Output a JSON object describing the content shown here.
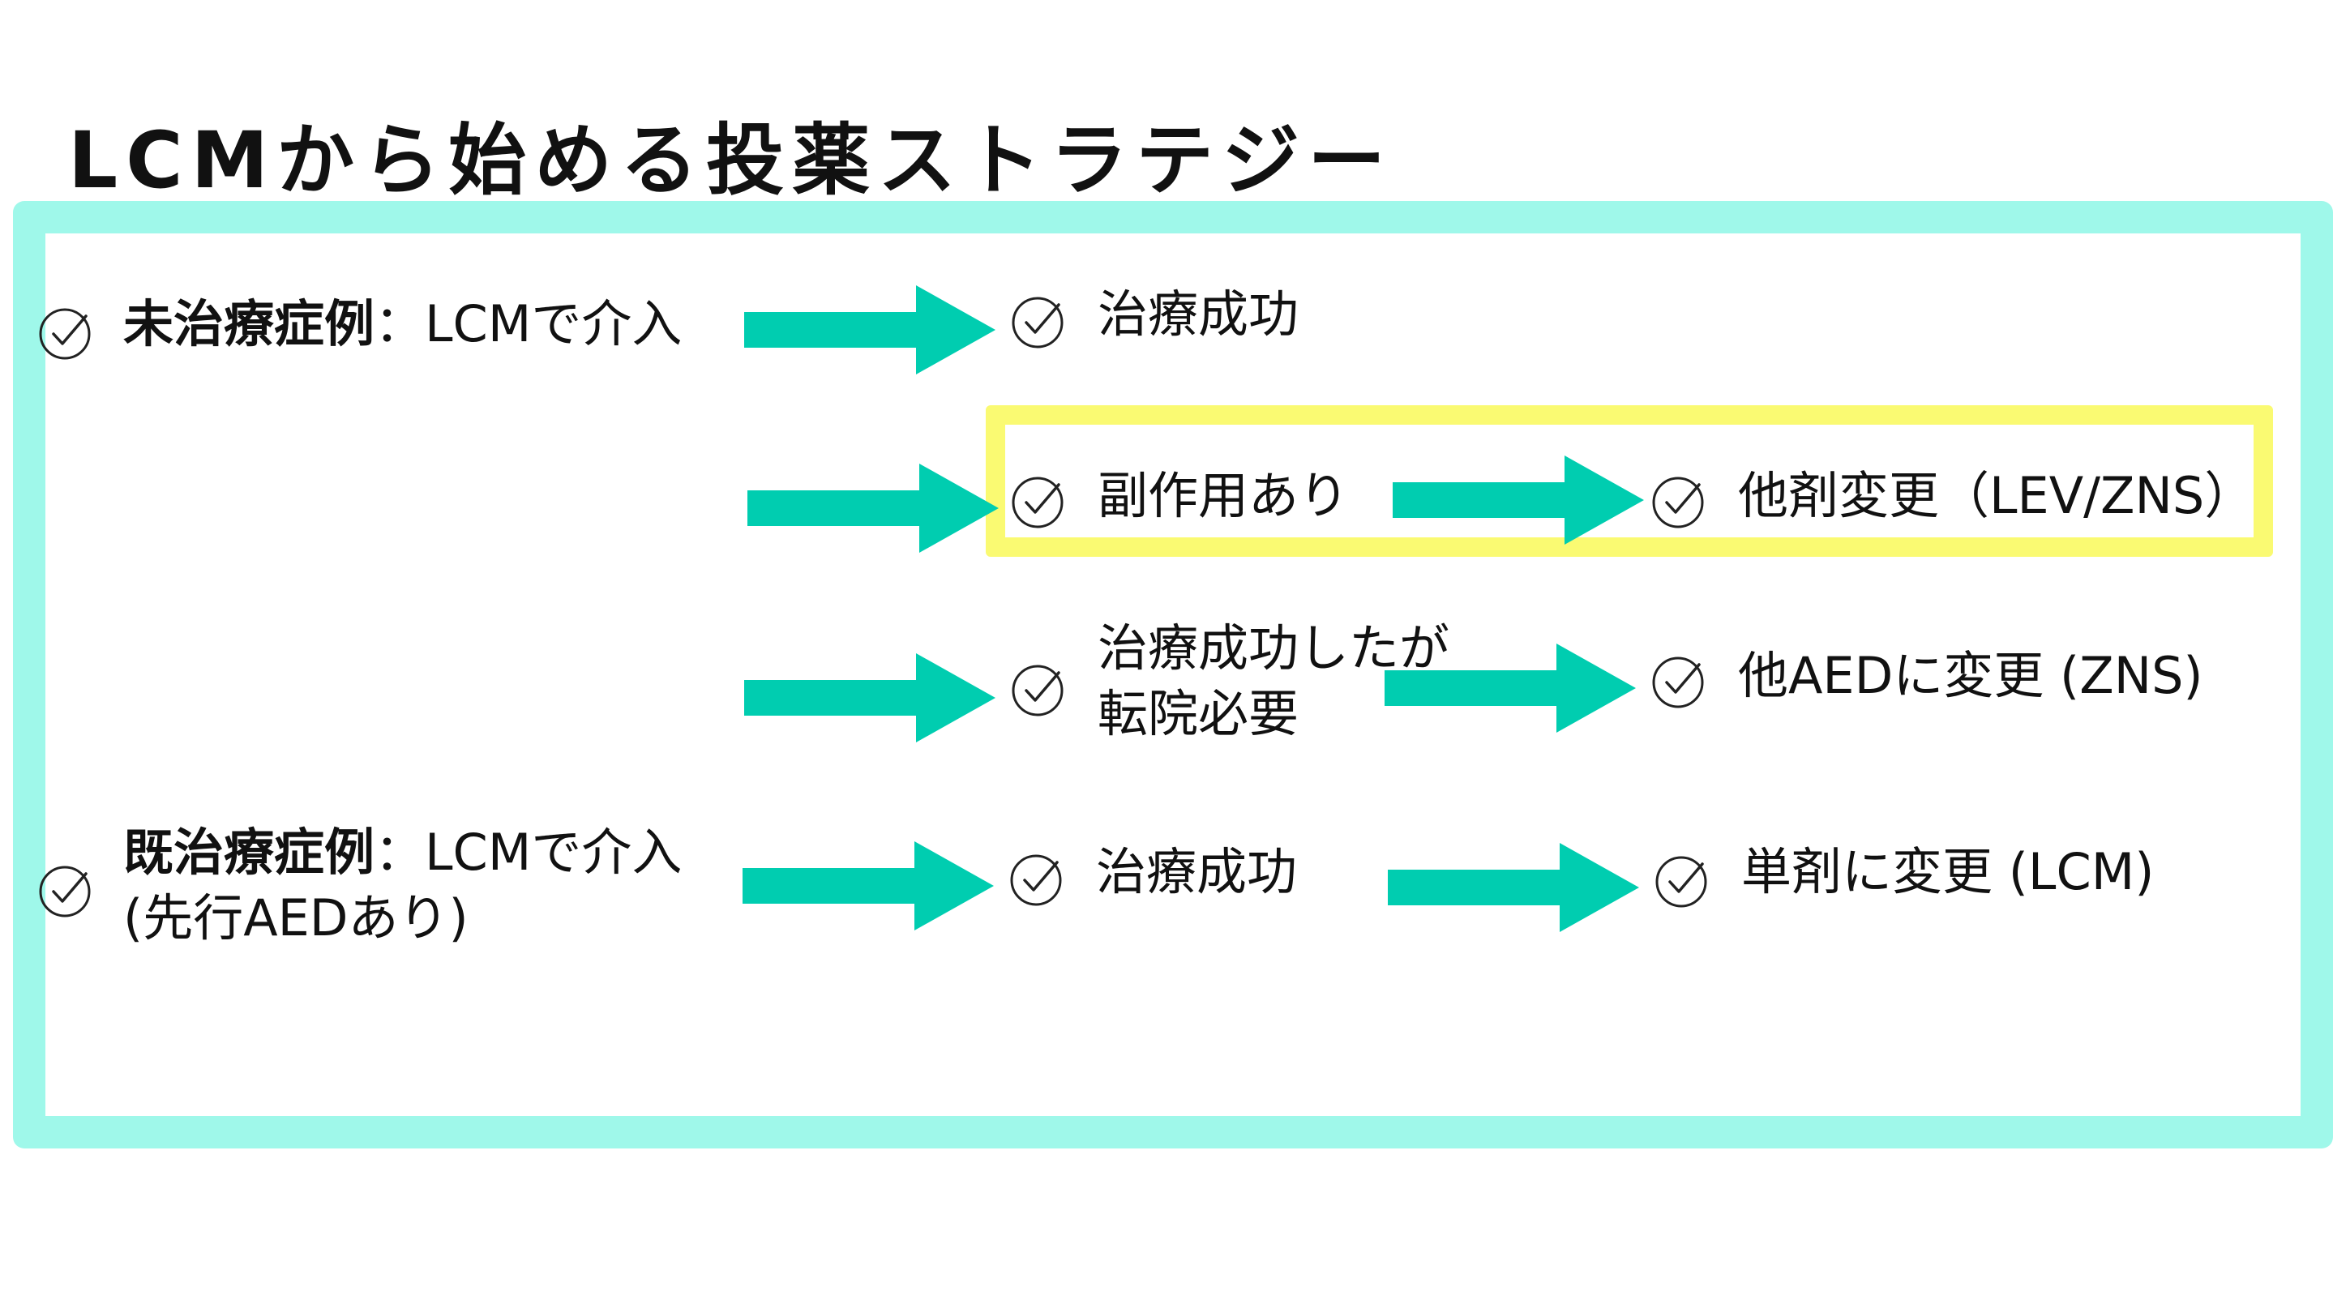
{
  "title": "LCMから始める投薬ストラテジー",
  "colors": {
    "frame": "#9ff8ea",
    "highlight": "#fafa72",
    "arrow": "#00cdb0",
    "text": "#111111"
  },
  "icons": {
    "check": "check-circle-icon",
    "arrow": "arrow-right-icon"
  },
  "rows": {
    "untreated": {
      "label_bold": "未治療症例",
      "label_rest": "：LCMで介入"
    },
    "prior": {
      "label_bold": "既治療症例",
      "label_rest": "：LCMで介入",
      "label_line2": "(先行AEDあり)"
    }
  },
  "outcomes": {
    "success1": "治療成功",
    "side_effect": "副作用あり",
    "transfer_line1": "治療成功したが",
    "transfer_line2": "転院必要",
    "success2": "治療成功"
  },
  "results": {
    "change_lev_zns": "他剤変更（LEV/ZNS）",
    "change_aed_zns": "他AEDに変更 (ZNS)",
    "mono_lcm": "単剤に変更 (LCM)"
  }
}
